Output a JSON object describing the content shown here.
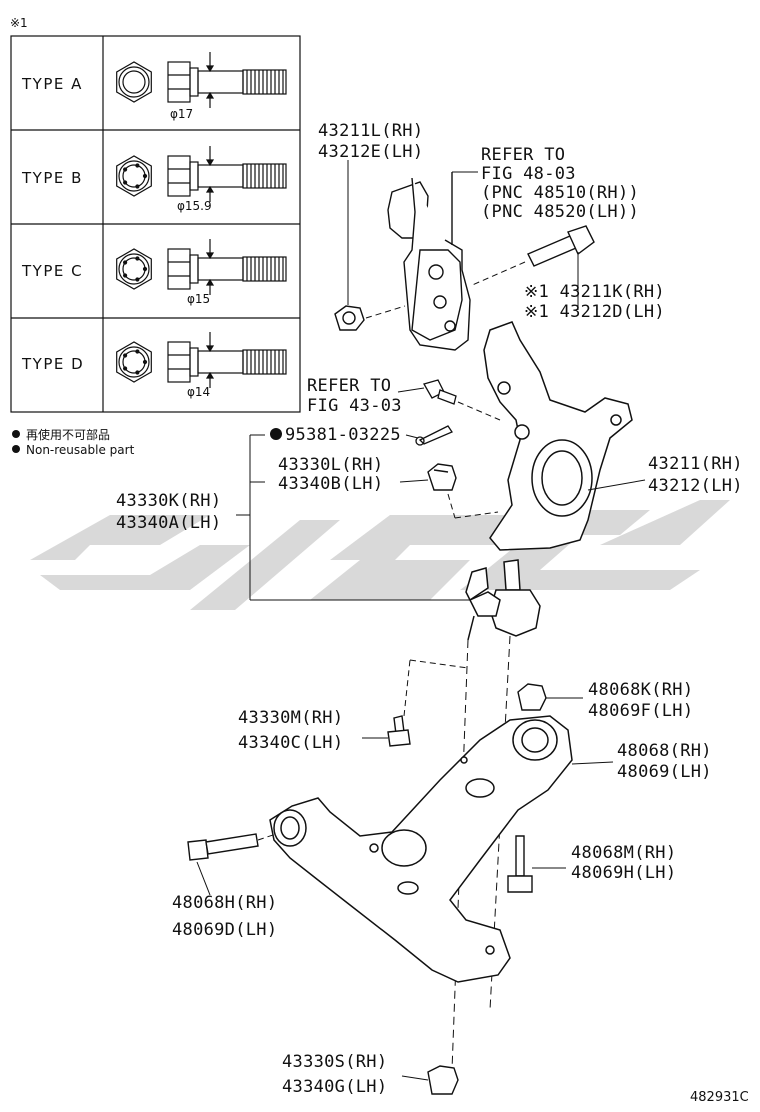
{
  "note_mark": "※1",
  "types": [
    {
      "label": "TYPE A",
      "diameter": "φ17"
    },
    {
      "label": "TYPE B",
      "diameter": "φ15.9"
    },
    {
      "label": "TYPE C",
      "diameter": "φ15"
    },
    {
      "label": "TYPE D",
      "diameter": "φ14"
    }
  ],
  "legend": {
    "japanese": "再使用不可部品",
    "english": "Non-reusable part"
  },
  "parts": {
    "bracket_nut": [
      "43211L(RH)",
      "43212E(LH)"
    ],
    "refer_48": [
      "REFER TO",
      "FIG 48-03",
      "(PNC 48510(RH))",
      "(PNC 48520(LH))"
    ],
    "knuckle_bolt": [
      "※1 43211K(RH)",
      "※1 43212D(LH)"
    ],
    "refer_43": [
      "REFER TO",
      "FIG 43-03"
    ],
    "cotter_pin": "95381-03225",
    "ball_nut": [
      "43330L(RH)",
      "43340B(LH)"
    ],
    "ball_joint": [
      "43330K(RH)",
      "43340A(LH)"
    ],
    "knuckle": [
      "43211(RH)",
      "43212(LH)"
    ],
    "arm_nut": [
      "48068K(RH)",
      "48069F(LH)"
    ],
    "ball_bolt": [
      "43330M(RH)",
      "43340C(LH)"
    ],
    "lower_arm": [
      "48068(RH)",
      "48069(LH)"
    ],
    "rear_bolt": [
      "48068M(RH)",
      "48069H(LH)"
    ],
    "front_bolt": [
      "48068H(RH)",
      "48069D(LH)"
    ],
    "bottom_nut": [
      "43330S(RH)",
      "43340G(LH)"
    ]
  },
  "diagram_number": "482931C",
  "colors": {
    "ink": "#111111",
    "watermark": "#d9d9d9"
  }
}
